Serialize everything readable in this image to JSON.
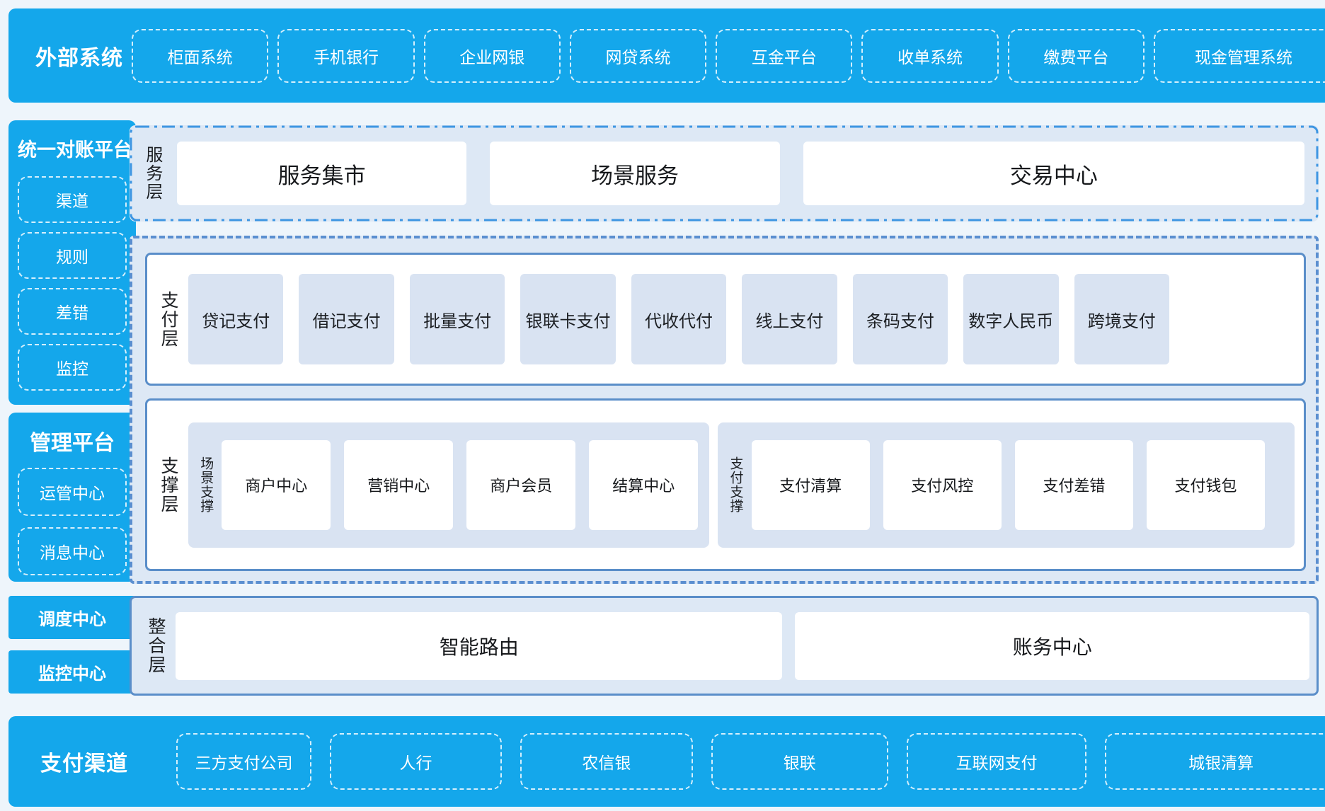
{
  "colors": {
    "accent_blue": "#14a7eb",
    "light_panel": "#dde8f5",
    "item_fill": "#d9e3f2",
    "solid_border": "#5a8ec9",
    "dashdot_border": "#3e96e2",
    "outer_dashed_border": "#5b8fd0",
    "page_bg": "#eef5fb"
  },
  "top_bar": {
    "label": "外部系统",
    "items": [
      "柜面系统",
      "手机银行",
      "企业网银",
      "网贷系统",
      "互金平台",
      "收单系统",
      "缴费平台",
      "现金管理系统"
    ]
  },
  "sidebar": {
    "reconciliation": {
      "title": "统一对账平台",
      "items": [
        "渠道",
        "规则",
        "差错",
        "监控"
      ]
    },
    "management": {
      "title": "管理平台",
      "items": [
        "运管中心",
        "消息中心"
      ]
    },
    "solo_boxes": [
      "调度中心",
      "监控中心"
    ]
  },
  "service_layer": {
    "label": "服务层",
    "items": [
      "服务集市",
      "场景服务",
      "交易中心"
    ]
  },
  "payment_layer": {
    "label": "支付层",
    "items": [
      "贷记支付",
      "借记支付",
      "批量支付",
      "银联卡支付",
      "代收代付",
      "线上支付",
      "条码支付",
      "数字人民币",
      "跨境支付"
    ]
  },
  "support_layer": {
    "label": "支撑层",
    "groups": [
      {
        "label": "场景支撑",
        "items": [
          "商户中心",
          "营销中心",
          "商户会员",
          "结算中心"
        ]
      },
      {
        "label": "支付支撑",
        "items": [
          "支付清算",
          "支付风控",
          "支付差错",
          "支付钱包"
        ]
      }
    ]
  },
  "integration_layer": {
    "label": "整合层",
    "items": [
      "智能路由",
      "账务中心"
    ]
  },
  "bottom_bar": {
    "label": "支付渠道",
    "items": [
      "三方支付公司",
      "人行",
      "农信银",
      "银联",
      "互联网支付",
      "城银清算"
    ]
  }
}
